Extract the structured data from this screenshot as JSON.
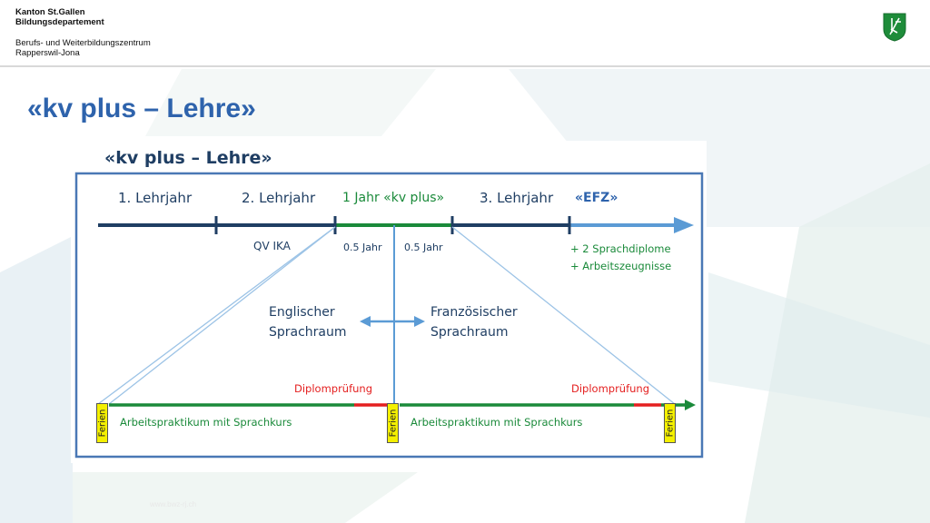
{
  "header": {
    "org_line1": "Kanton St.Gallen",
    "org_line2": "Bildungsdepartement",
    "org_line3": "Berufs- und Weiterbildungszentrum",
    "org_line4": "Rapperswil-Jona"
  },
  "slide": {
    "title": "«kv plus – Lehre»",
    "footer_url": "www.bwz-rj.ch"
  },
  "diagram": {
    "title": "«kv plus – Lehre»",
    "phases": [
      "1. Lehrjahr",
      "2. Lehrjahr",
      "1 Jahr «kv plus»",
      "3. Lehrjahr",
      "«EFZ»"
    ],
    "milestone": "QV IKA",
    "half_year_left": "0.5 Jahr",
    "half_year_right": "0.5 Jahr",
    "efz_extra_1": "+ 2 Sprachdiplome",
    "efz_extra_2": "+ Arbeitszeugnisse",
    "region_left_1": "Englischer",
    "region_left_2": "Sprachraum",
    "region_right_1": "Französischer",
    "region_right_2": "Sprachraum",
    "exam_left": "Diplomprüfung",
    "exam_right": "Diplomprüfung",
    "internship_left": "Arbeitspraktikum mit Sprachkurs",
    "internship_right": "Arbeitspraktikum mit Sprachkurs",
    "holiday_label": "Ferien"
  },
  "colors": {
    "title_blue": "#2e63ac",
    "dark_blue": "#1f3e63",
    "green": "#1a8a3a",
    "red": "#e41f1f",
    "light_blue": "#5b9bd5",
    "holiday_yellow": "#f4f000"
  },
  "icons": [
    "st-gallen-crest-icon"
  ]
}
